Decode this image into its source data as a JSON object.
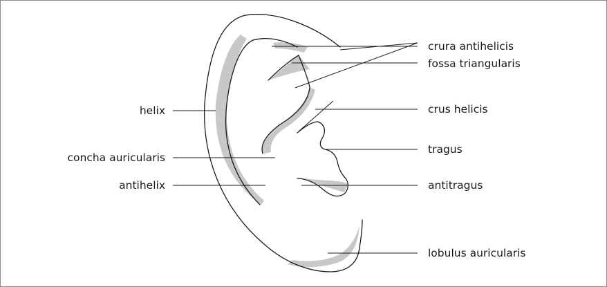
{
  "labels": {
    "crura_antihelicis": "crura antihelicis",
    "fossa_triangularis": "fossa triangularis",
    "crus_helicis": "crus helicis",
    "tragus": "tragus",
    "antitragus": "antitragus",
    "lobulus_auricularis": "lobulus auricularis",
    "helix": "helix",
    "concha_auricularis": "concha auricularis",
    "antihelix": "antihelix"
  },
  "colors": {
    "outline": "#1a1a1a",
    "shading": "#c8c8c8",
    "border": "#8a8a8a"
  }
}
